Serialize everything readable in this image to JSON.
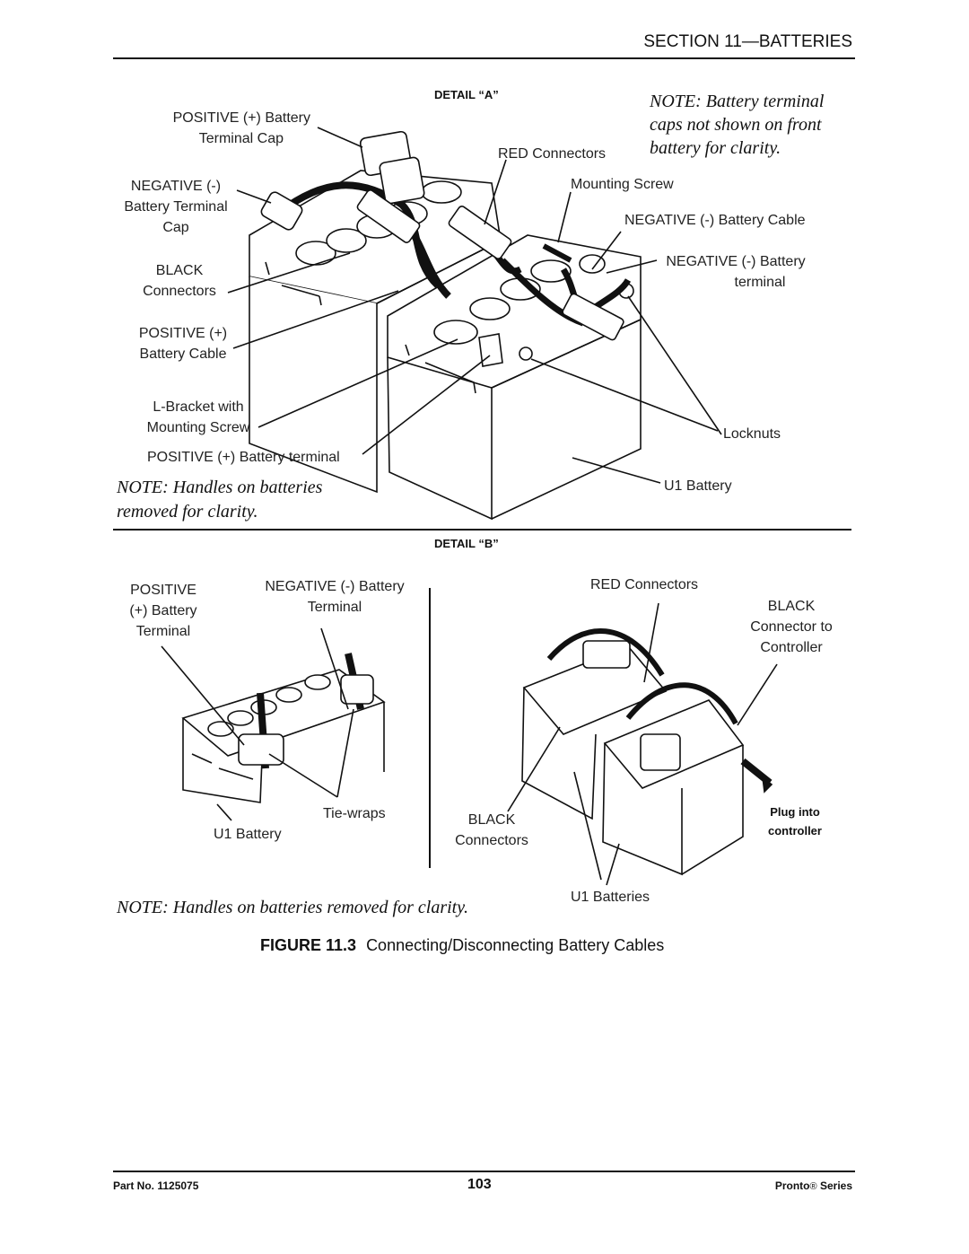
{
  "header": {
    "section_title": "SECTION 11—BATTERIES"
  },
  "detail_a": {
    "heading": "DETAIL “A”",
    "note_caps": [
      "NOTE: Battery terminal",
      "caps not shown on front",
      "battery for clarity."
    ],
    "labels": {
      "pos_terminal_cap": [
        "POSITIVE (+) Battery",
        "Terminal Cap"
      ],
      "neg_terminal_cap": [
        "NEGATIVE (-)",
        "Battery Terminal",
        "Cap"
      ],
      "black_connectors": [
        "BLACK",
        "Connectors"
      ],
      "pos_battery_cable": [
        "POSITIVE (+)",
        "Battery Cable"
      ],
      "l_bracket": [
        "L-Bracket with",
        "Mounting Screw"
      ],
      "pos_battery_terminal": "POSITIVE (+) Battery terminal",
      "red_connectors": "RED Connectors",
      "mounting_screw": "Mounting Screw",
      "neg_battery_cable": "NEGATIVE (-) Battery Cable",
      "neg_battery_terminal": [
        "NEGATIVE (-) Battery",
        "terminal"
      ],
      "locknuts": "Locknuts",
      "u1_battery": "U1 Battery"
    },
    "note_handles": [
      "NOTE: Handles on batteries",
      "removed for clarity."
    ]
  },
  "detail_b": {
    "heading": "DETAIL  “B”",
    "labels": {
      "positive_terminal": [
        "POSITIVE",
        "(+) Battery",
        "Terminal"
      ],
      "negative_terminal": [
        "NEGATIVE (-) Battery",
        "Terminal"
      ],
      "tie_wraps": "Tie-wraps",
      "u1_battery": "U1 Battery",
      "red_connectors": "RED Connectors",
      "black_connector_controller": [
        "BLACK",
        "Connector to",
        "Controller"
      ],
      "black_connectors": [
        "BLACK",
        "Connectors"
      ],
      "plug_into_controller": [
        "Plug into",
        "controller"
      ],
      "u1_batteries": "U1 Batteries"
    },
    "note_handles": "NOTE: Handles on batteries removed for clarity."
  },
  "figure": {
    "number": "FIGURE 11.3",
    "caption": "Connecting/Disconnecting Battery Cables"
  },
  "footer": {
    "part_no": "Part No. 1125075",
    "page": "103",
    "series_name": "Pronto",
    "registered": "®",
    "series_suffix": "Series"
  }
}
